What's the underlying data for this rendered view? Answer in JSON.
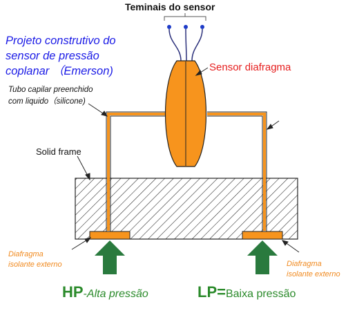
{
  "terminals_label": "Teminais do sensor",
  "title_lines": [
    "Projeto construtivo do",
    "sensor de pressão",
    "coplanar （Emerson)"
  ],
  "sensor_label": "Sensor diafragma",
  "capillary_lines": [
    "Tubo capilar preenchido",
    "com liquido（silicone)"
  ],
  "frame_label": "Solid frame",
  "isolating_diaphragm_lines": [
    "Diafragma",
    "isolante externo"
  ],
  "high_pressure": {
    "code": "HP",
    "separator": "-",
    "description": "Alta pressão"
  },
  "low_pressure": {
    "code": "LP",
    "separator": "=",
    "description": "Baixa pressão"
  },
  "colors": {
    "fluid_orange": "#f7941d",
    "title_blue": "#1a1ae6",
    "sensor_red": "#e61e1e",
    "arrow_green": "#2a7a3e",
    "terminal_blue": "#1e3cc8",
    "wire_navy": "#2a2f7a"
  }
}
